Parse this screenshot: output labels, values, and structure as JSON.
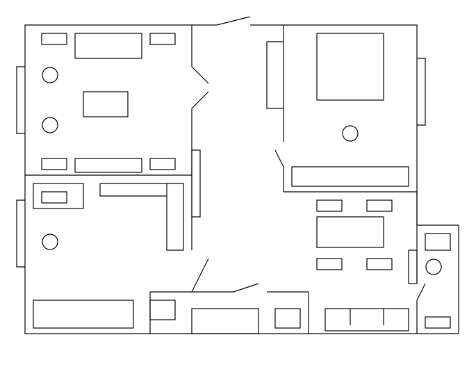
{
  "floor_plan": {
    "colors": {
      "background": "#ffffff",
      "stroke": "#000000"
    },
    "rooms": [
      "room-top-left",
      "corridor",
      "room-top-right",
      "room-left",
      "room-right",
      "bathroom"
    ]
  }
}
